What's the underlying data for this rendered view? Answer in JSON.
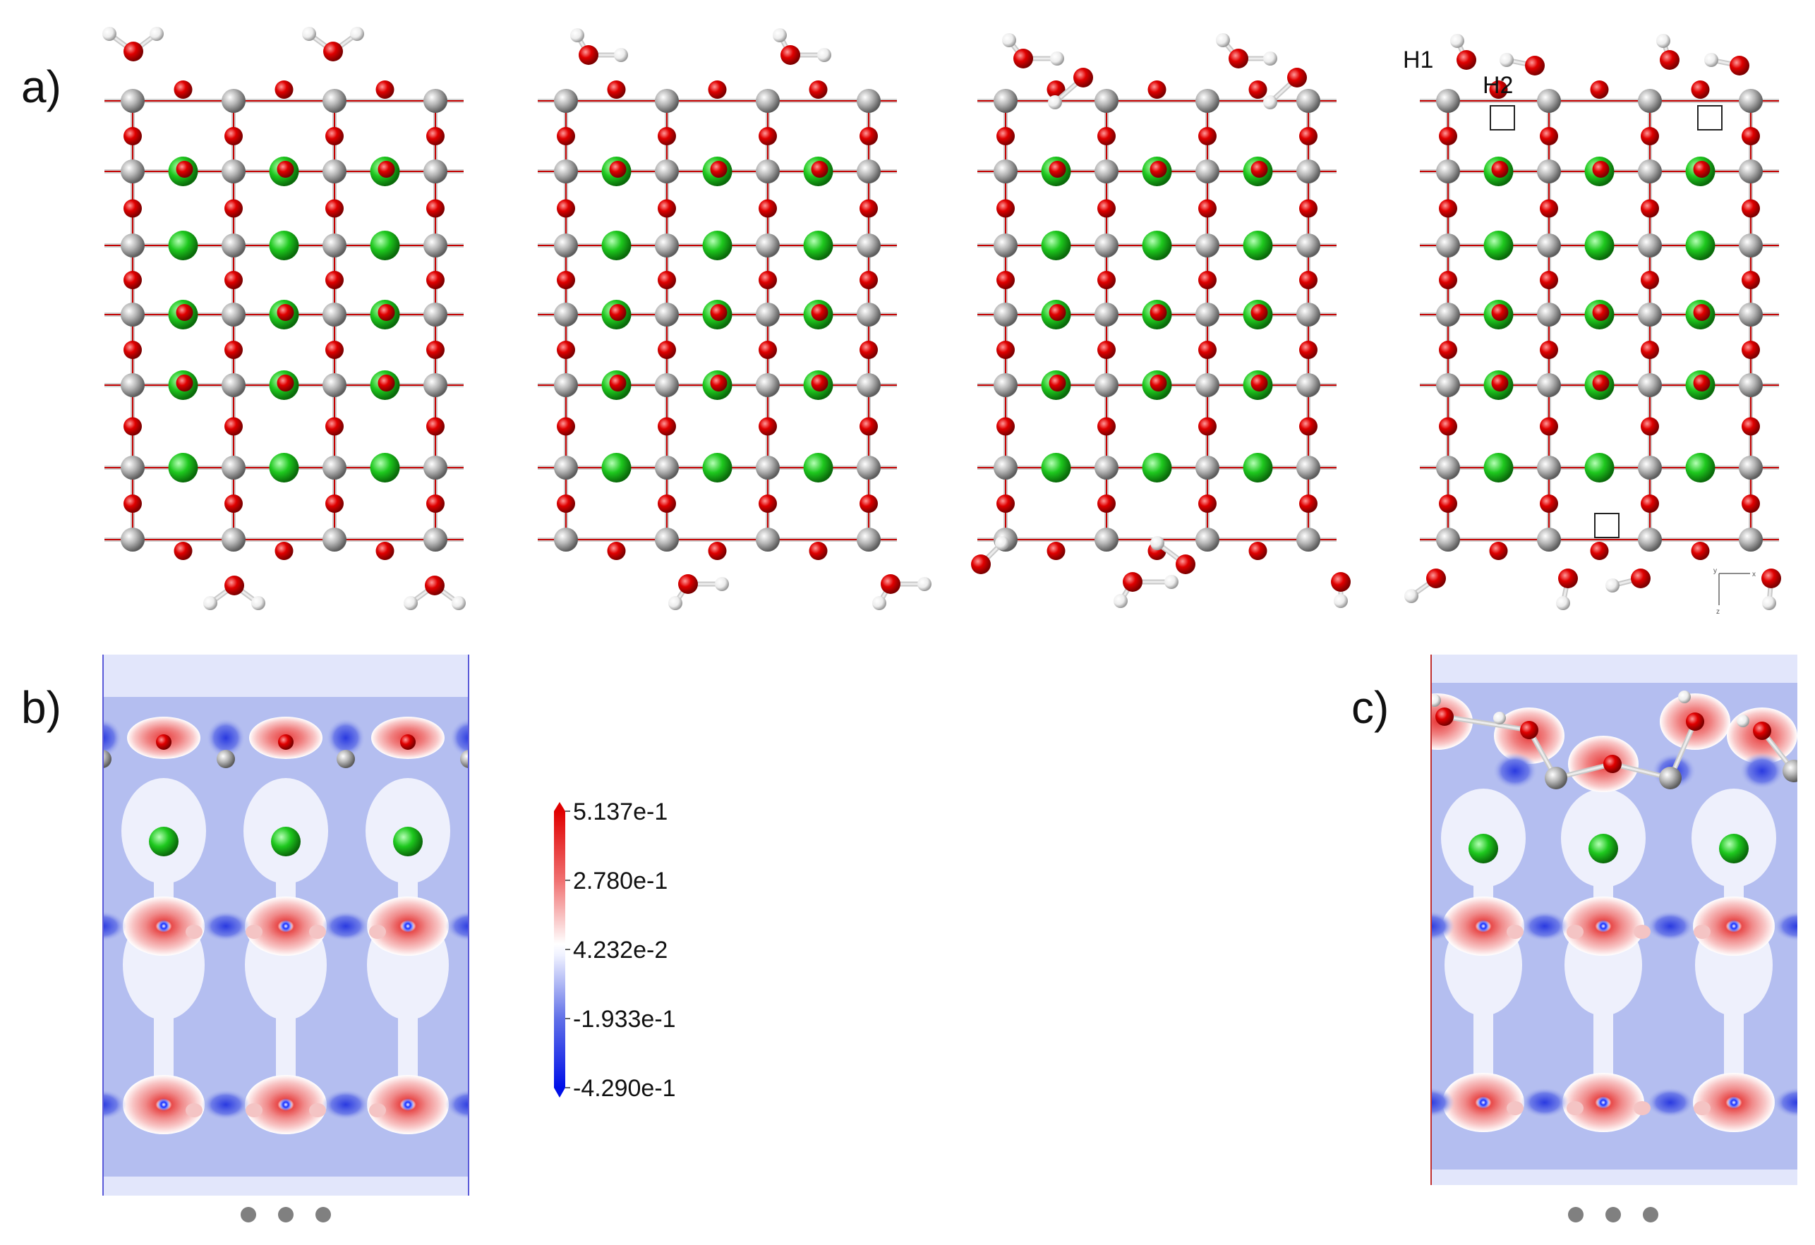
{
  "panels": {
    "a": {
      "label": "a)"
    },
    "b": {
      "label": "b)"
    },
    "c": {
      "label": "c)"
    }
  },
  "atom_labels": {
    "h1": "H1",
    "h2": "H2"
  },
  "axes_glyph": {
    "y": "y",
    "x": "x",
    "z": "z"
  },
  "colorbar": {
    "ticks": [
      "5.137e-1",
      "2.780e-1",
      "4.232e-2",
      "-1.933e-1",
      "-4.290e-1"
    ]
  },
  "colors": {
    "oxygen": "#e00000",
    "metal": "#a8a8a8",
    "chlorine": "#1ec81e",
    "hydrogen": "#f2f2f2",
    "bond": "#cfcfcf",
    "density_background": "#b8c2f0",
    "density_positive": "#ea5a5a",
    "density_negative": "#2030e0"
  }
}
